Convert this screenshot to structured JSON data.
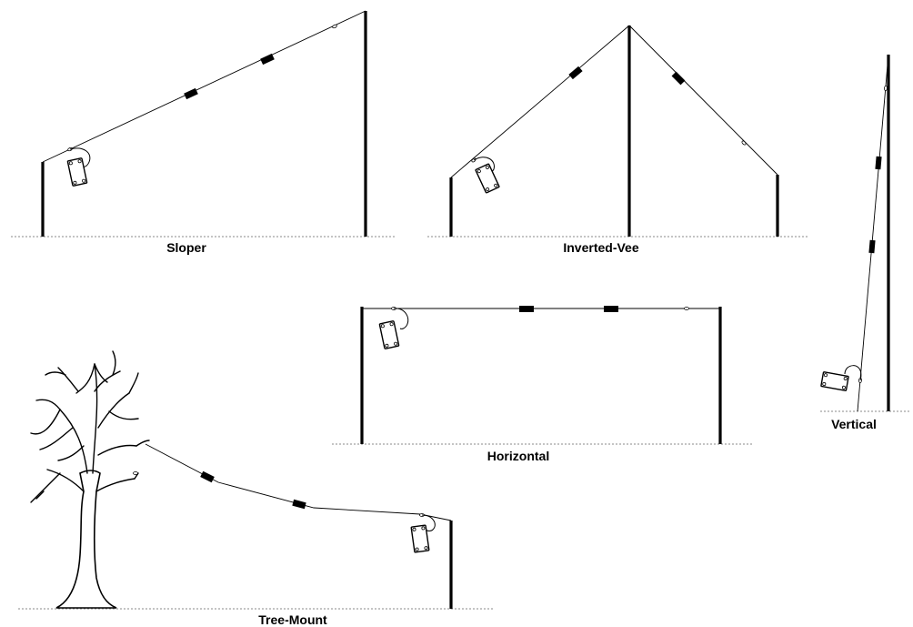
{
  "labels": {
    "sloper": "Sloper",
    "inverted_vee": "Inverted-Vee",
    "horizontal": "Horizontal",
    "vertical": "Vertical",
    "tree_mount": "Tree-Mount"
  }
}
